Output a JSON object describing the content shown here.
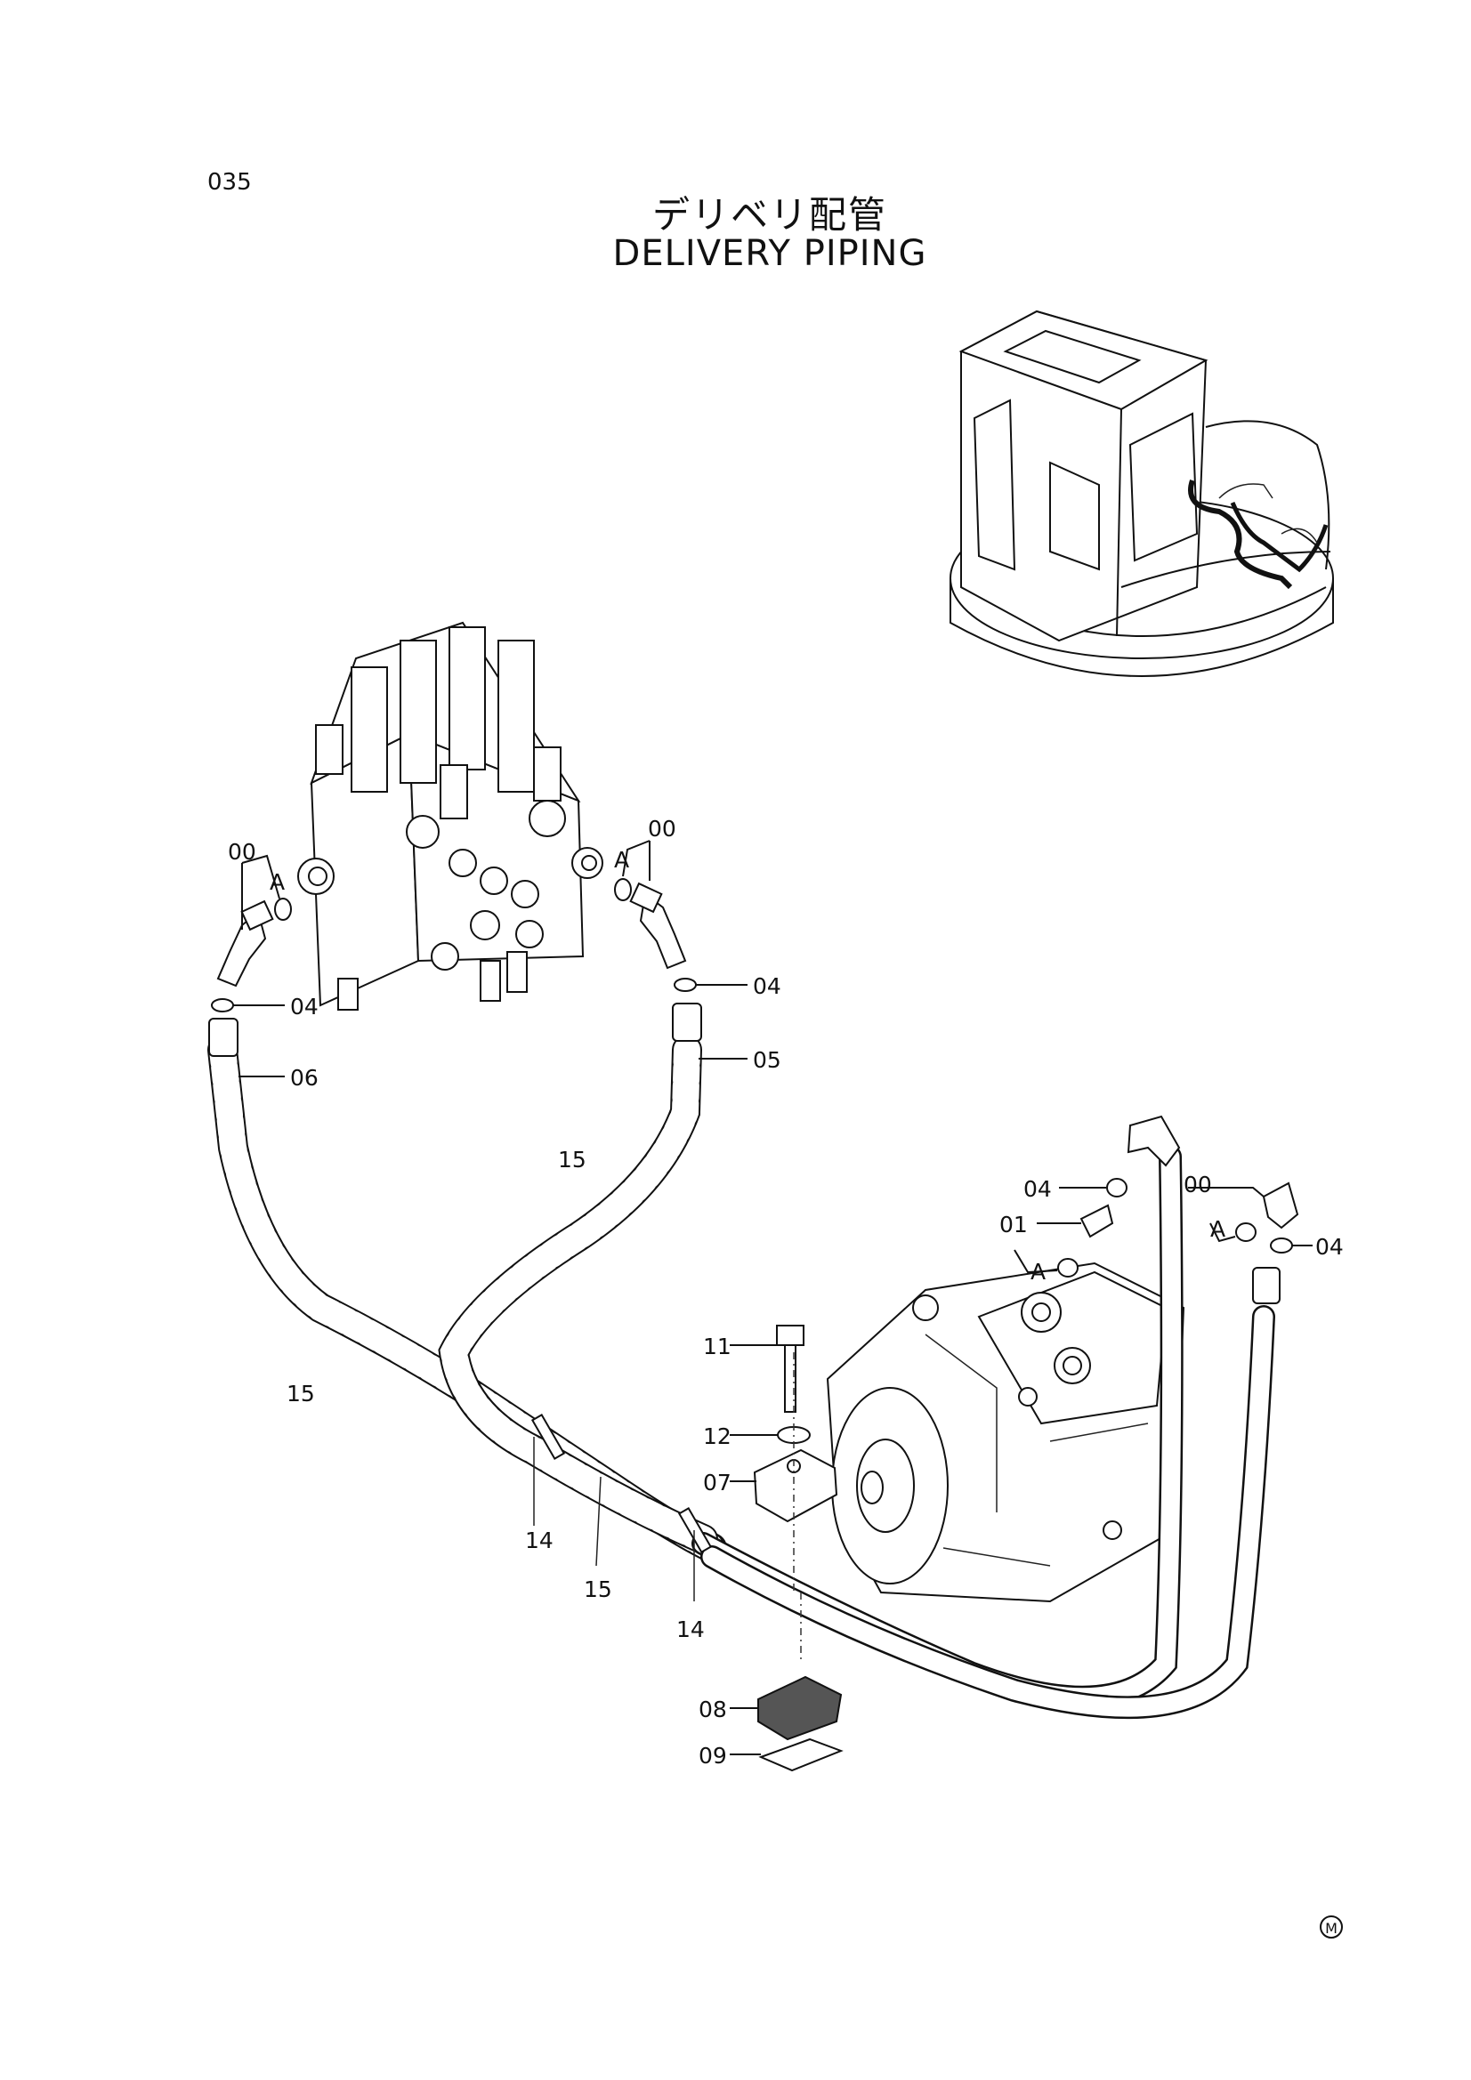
{
  "header": {
    "page_number": "035",
    "title_ja": "デリベリ配管",
    "title_en": "DELIVERY PIPING"
  },
  "callouts": {
    "c00_left": "00",
    "cA_left": "A",
    "c00_right": "00",
    "cA_right": "A",
    "c04_left": "04",
    "c04_right": "04",
    "c06": "06",
    "c05": "05",
    "c15_top": "15",
    "c15_left": "15",
    "c14_left": "14",
    "c15_bottom": "15",
    "c14_bottom": "14",
    "c04_pump_top": "04",
    "c01": "01",
    "cA_pump": "A",
    "c00_pump": "00",
    "cA_pump_right": "A",
    "c04_pump_right": "04",
    "c11": "11",
    "c12": "12",
    "c07": "07",
    "c08": "08",
    "c09": "09"
  },
  "mark": "M"
}
